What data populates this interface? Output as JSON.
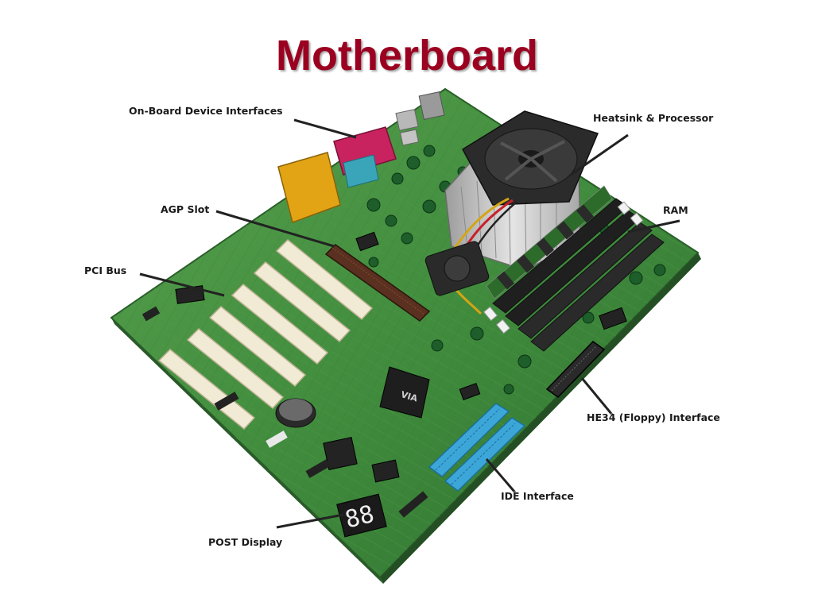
{
  "slide": {
    "title": "Motherboard",
    "colors": {
      "title": "#9b0020",
      "pcb": "#3f8a3c",
      "pcb_light": "#5aa352",
      "pcb_dark": "#2c6a2c",
      "leader_line": "#222222"
    }
  },
  "callouts": {
    "onboard_device_interfaces": "On-Board Device Interfaces",
    "heatsink_processor": "Heatsink & Processor",
    "agp_slot": "AGP Slot",
    "ram": "RAM",
    "pci_bus": "PCI Bus",
    "floppy_interface": "HE34 (Floppy) Interface",
    "ide_interface": "IDE Interface",
    "post_display": "POST Display"
  }
}
